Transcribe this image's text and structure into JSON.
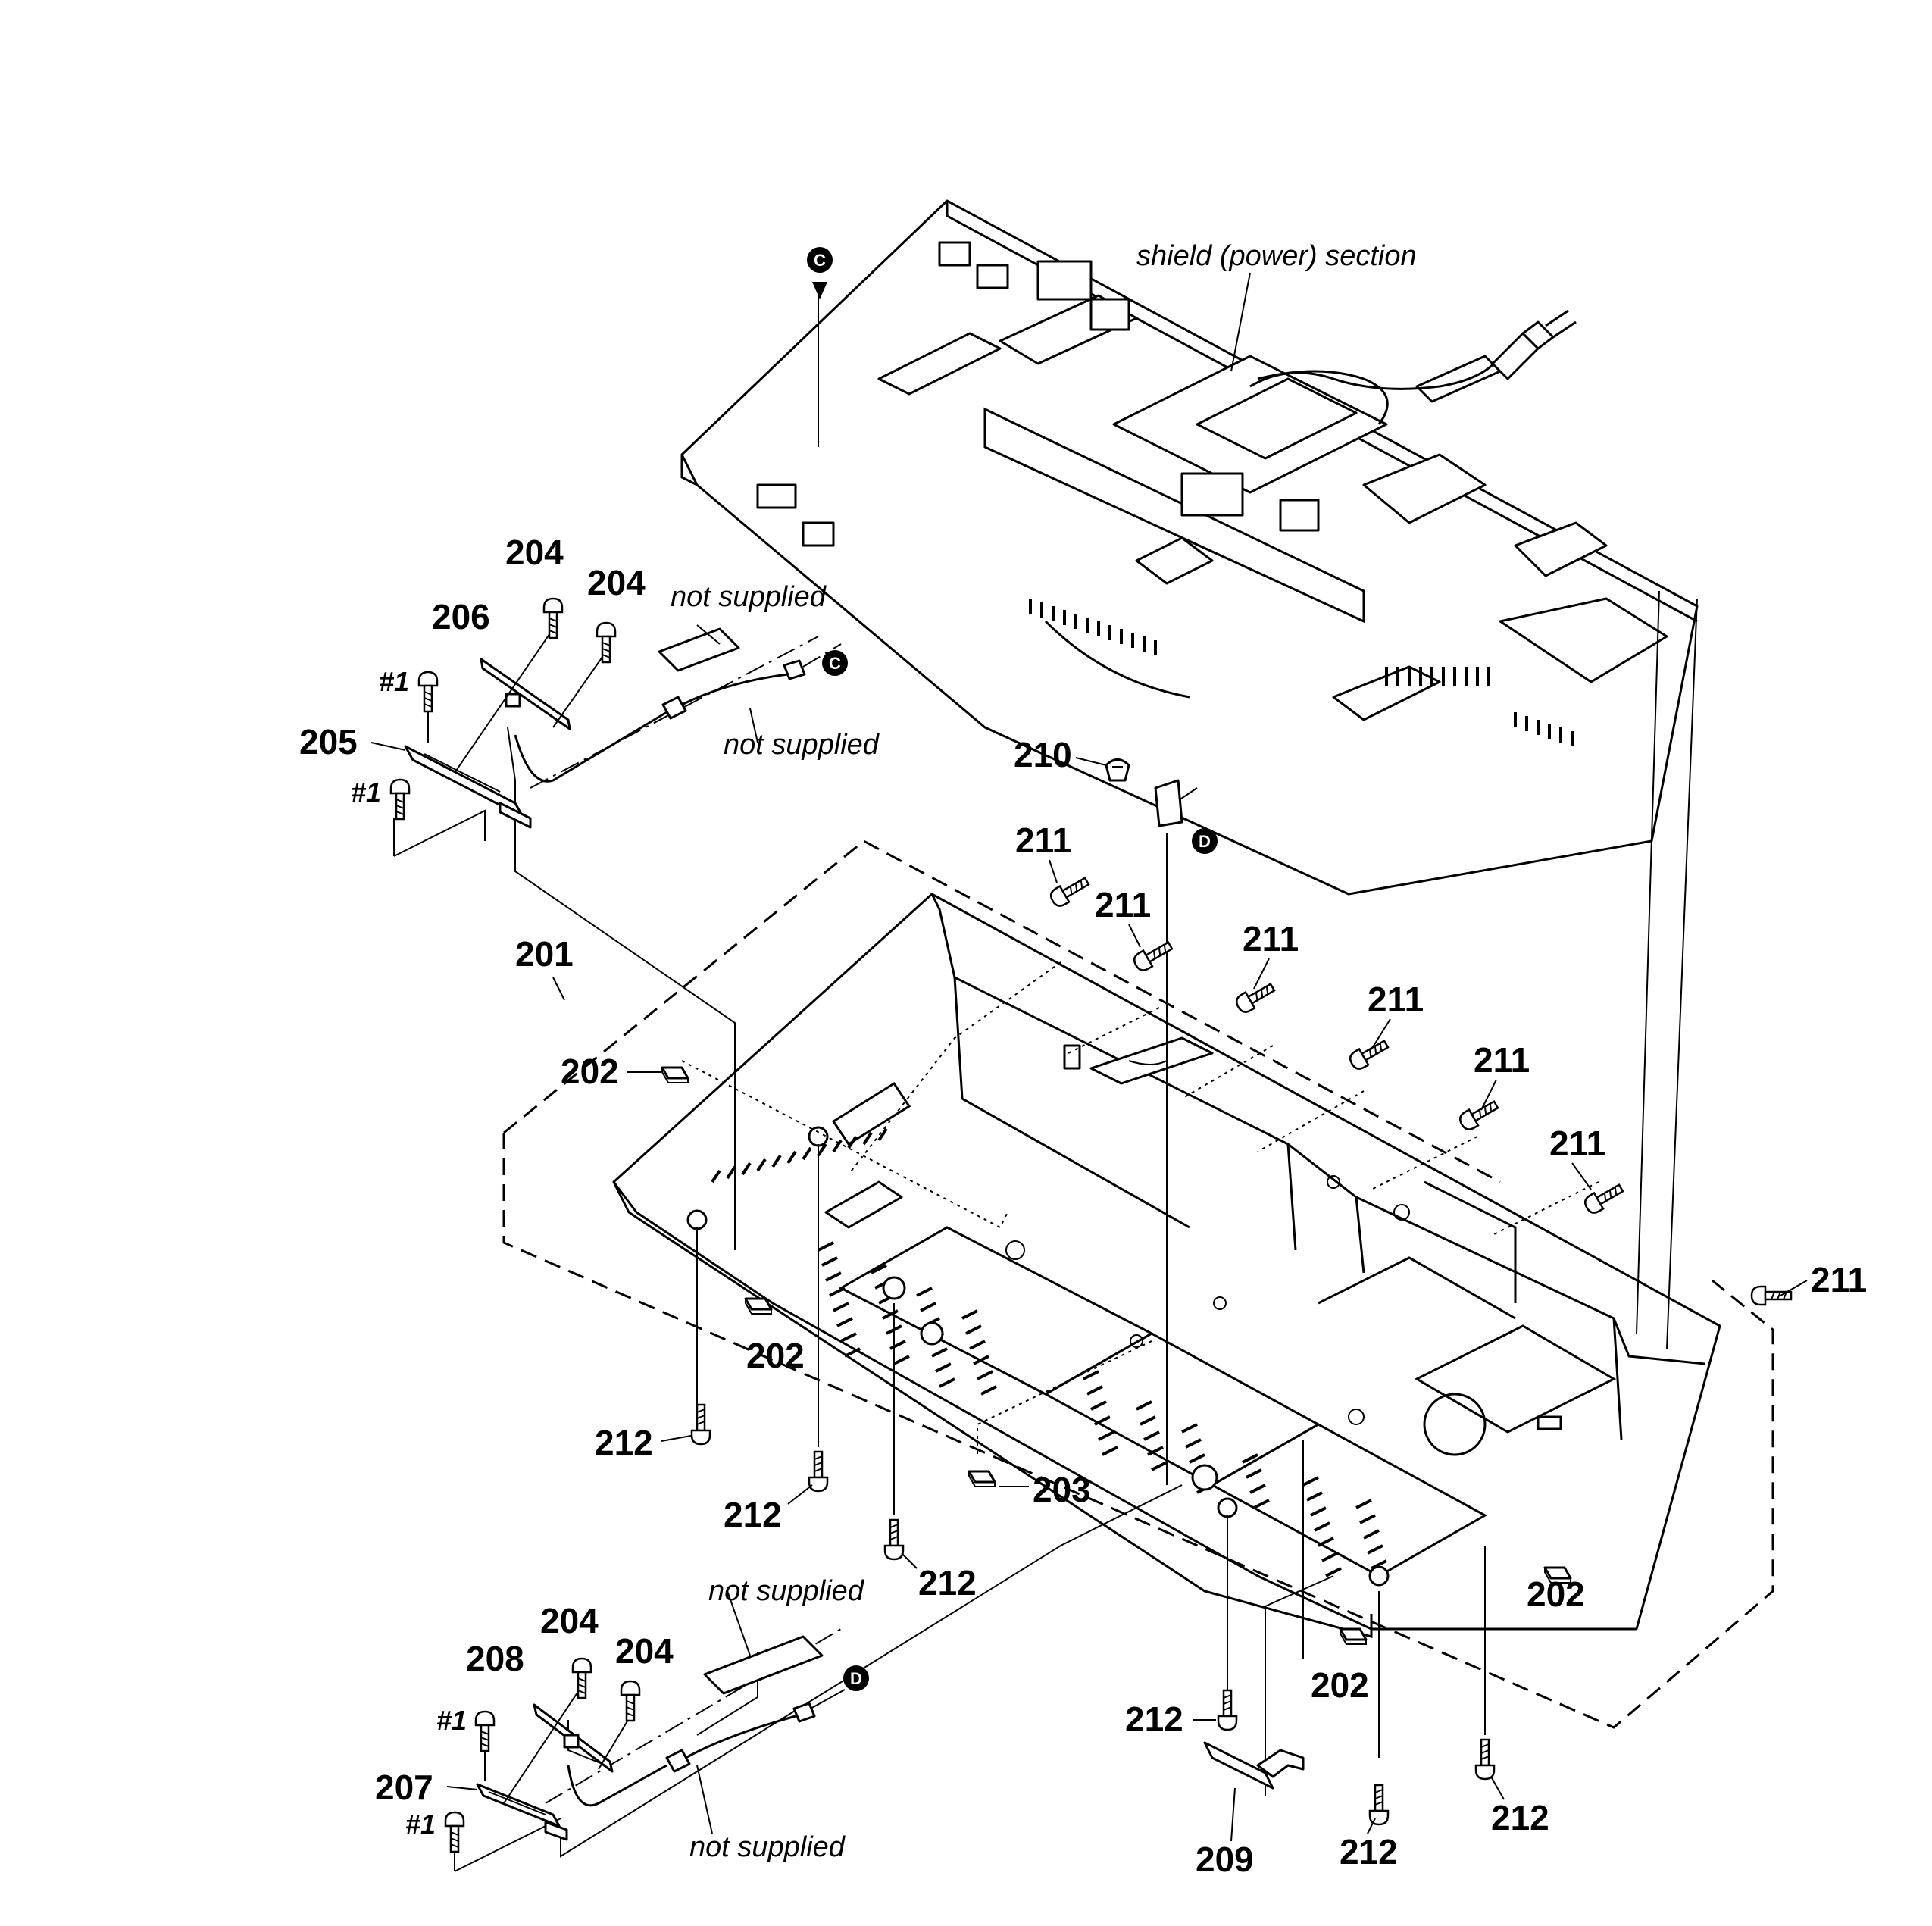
{
  "diagram": {
    "section_label": "shield (power) section",
    "note_text": "not supplied",
    "hash_label": "#1",
    "ref_marks": {
      "c": "C",
      "d": "D"
    },
    "part_numbers": {
      "p201": "201",
      "p202": "202",
      "p203": "203",
      "p204": "204",
      "p205": "205",
      "p206": "206",
      "p207": "207",
      "p208": "208",
      "p209": "209",
      "p210": "210",
      "p211": "211",
      "p212": "212"
    }
  }
}
